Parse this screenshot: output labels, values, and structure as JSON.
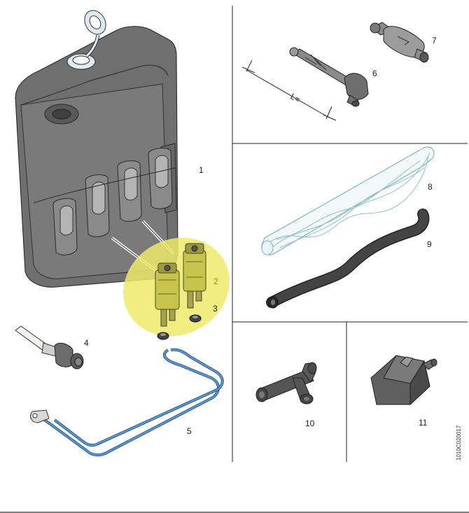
{
  "diagram": {
    "callouts": {
      "c1": "1",
      "c2": "2",
      "c3": "3",
      "c4": "4",
      "c5": "5",
      "c6": "6",
      "c7": "7",
      "c8": "8",
      "c9": "9",
      "c10": "10",
      "c11": "11"
    },
    "dimension_label": "L=",
    "figure_code": "1010C020017",
    "colors": {
      "highlight": "#eeea6a",
      "highlight_label": "#a08800",
      "tank": "#6f6f6f",
      "wire": "#5a9bd5",
      "hose": "#444444"
    }
  }
}
